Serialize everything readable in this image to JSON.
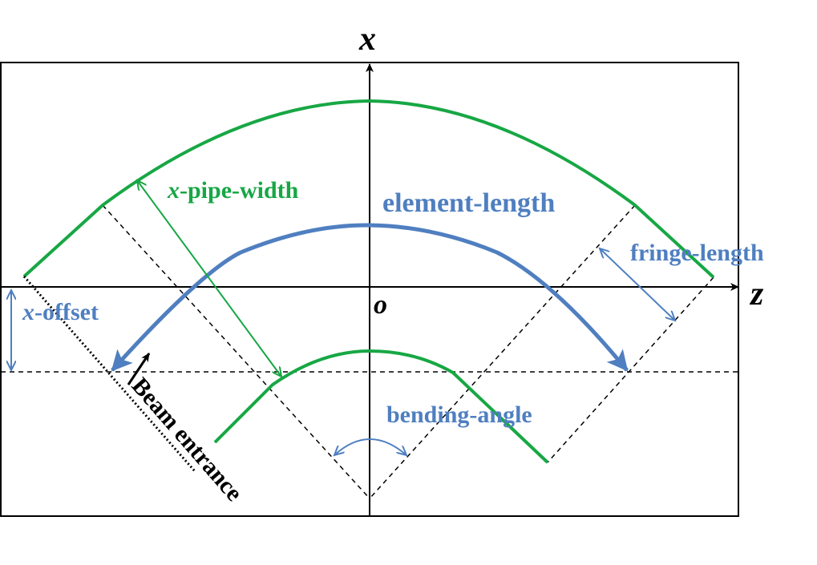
{
  "axes": {
    "x_label": "x",
    "z_label": "z",
    "origin_label": "o"
  },
  "labels": {
    "x_pipe_width": {
      "italic": "x",
      "rest": "-pipe-width"
    },
    "element_length": "element-length",
    "fringe_length": "fringe-length",
    "x_offset": {
      "italic": "x",
      "rest": "-offset"
    },
    "bending_angle": "bending-angle",
    "beam_entrance": "Beam entrance"
  },
  "colors": {
    "pipe": "#17a744",
    "reference": "#4f7fc0",
    "axis": "#000000",
    "dashed": "#000000"
  }
}
